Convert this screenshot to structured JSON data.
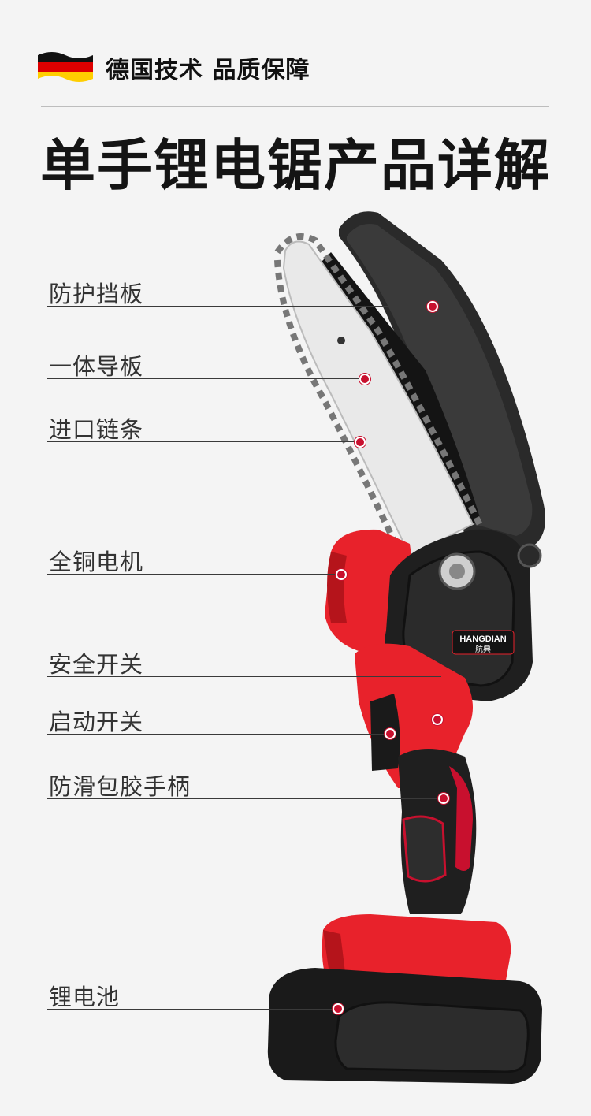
{
  "header": {
    "tagline": "德国技术 品质保障",
    "flag_icon": "germany-flag-icon",
    "flag_colors": [
      "#000000",
      "#dd0000",
      "#ffce00"
    ]
  },
  "title": "单手锂电锯产品详解",
  "product": {
    "brand": "HANGDIAN",
    "brand_cn": "航典",
    "accent_color": "#e8222b",
    "body_color": "#1f1f1f"
  },
  "callouts": [
    {
      "label": "防护挡板"
    },
    {
      "label": "一体导板"
    },
    {
      "label": "进口链条"
    },
    {
      "label": "全铜电机"
    },
    {
      "label": "安全开关"
    },
    {
      "label": "启动开关"
    },
    {
      "label": "防滑包胶手柄"
    },
    {
      "label": "锂电池"
    }
  ]
}
